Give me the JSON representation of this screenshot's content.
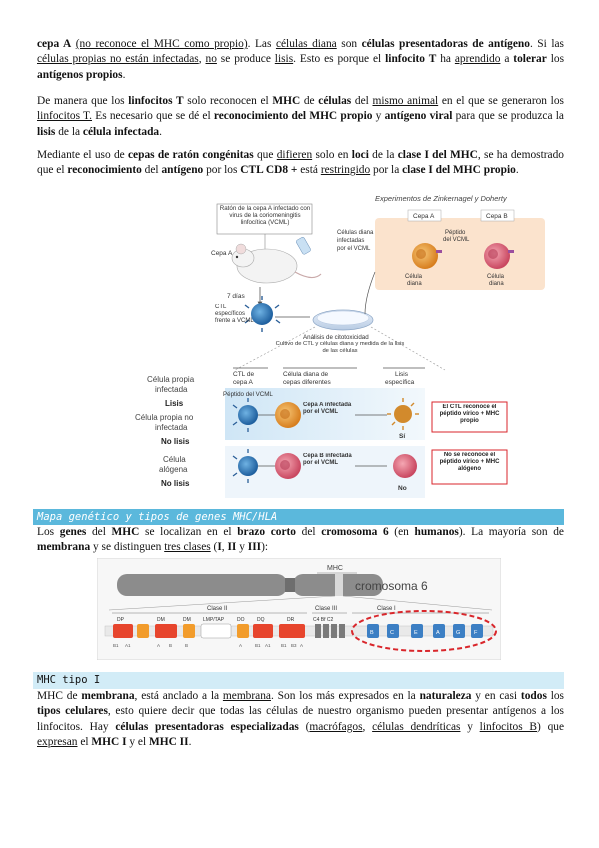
{
  "para1": {
    "t1": "cepa A",
    "t2": "(no reconoce el MHC como propio)",
    "t3": ". Las ",
    "t4": "células diana",
    "t5": " son ",
    "t6": "células presentadoras de antígeno",
    "t7": ". Si las ",
    "t8": "células propias no están infectadas",
    "t9": ", ",
    "t10": "no",
    "t11": " se produce ",
    "t12": "lisis",
    "t13": ". Esto es porque el ",
    "t14": "linfocito T",
    "t15": " ha ",
    "t16": "aprendido",
    "t17": " a ",
    "t18": "tolerar",
    "t19": " los ",
    "t20": "antígenos propios",
    "t21": "."
  },
  "para2": {
    "t1": "De manera que los ",
    "t2": "linfocitos T",
    "t3": " solo reconocen el ",
    "t4": "MHC",
    "t5": " de ",
    "t6": "células",
    "t7": " del ",
    "t8": "mismo animal",
    "t9": " en el que se generaron los ",
    "t10": "linfocitos T.",
    "t11": " Es necesario que se dé el ",
    "t12": "reconocimiento del MHC propio",
    "t13": " y ",
    "t14": "antígeno viral",
    "t15": " para que se produzca la ",
    "t16": "lisis",
    "t17": " de la ",
    "t18": "célula infectada",
    "t19": "."
  },
  "para3": {
    "t1": "Mediante el uso de ",
    "t2": "cepas de ratón congénitas",
    "t3": " que ",
    "t4": "difieren",
    "t5": " solo en ",
    "t6": "loci",
    "t7": " de la ",
    "t8": "clase I del MHC",
    "t9": ", se ha demostrado que el ",
    "t10": "reconocimiento",
    "t11": " del ",
    "t12": "antígeno",
    "t13": " por los ",
    "t14": "CTL CD8 +",
    "t15": " está ",
    "t16": "restringido",
    "t17": " por la ",
    "t18": "clase I del MHC propio",
    "t19": "."
  },
  "figure1": {
    "title": "Experimentos de Zinkernagel y Doherty",
    "mouse_box": "Ratón de la cepa A infectado con virus de la coriomeningitis linfocítica (VCML)",
    "cepa_a": "Cepa A",
    "seven_days": "7 días",
    "ctl": "CTL específicos frente a VCML",
    "target_cells": "Células diana infectadas por el VCML",
    "cepa_a_tab": "Cepa A",
    "cepa_b_tab": "Cepa B",
    "peptide_label": "Péptido del VCML",
    "diana_cell": "Célula diana",
    "analysis": "Análisis de citotoxicidad",
    "culture": "Cultivo de CTL y células diana y medida de la lisis de las células",
    "col1": "CTL de cepa A",
    "col2": "Célula diana de cepas diferentes",
    "col3": "Lisis específica",
    "peptide_row": "Péptido del VCML",
    "cell_a": "Cepa A infectada por el VCML",
    "cell_b": "Cepa B infectada por el VCML",
    "si": "Sí",
    "no": "No",
    "result_a": "El CTL reconoce el péptido vírico + MHC propio",
    "result_b": "No se reconoce el péptido vírico + MHC alógeno",
    "side1": "Célula propia infectada",
    "side1b": "Lisis",
    "side2": "Célula propia no infectada",
    "side2b": "No lisis",
    "side3": "Célula alógena",
    "side3b": "No lisis"
  },
  "heading1": "Mapa genético y tipos de genes MHC/HLA",
  "para4": {
    "t1": "Los ",
    "t2": "genes",
    "t3": " del ",
    "t4": "MHC",
    "t5": " se localizan en el ",
    "t6": "brazo corto",
    "t7": " del ",
    "t8": "cromosoma 6",
    "t9": " (en ",
    "t10": "humanos",
    "t11": "). La mayoría son de ",
    "t12": "membrana",
    "t13": " y se distinguen ",
    "t14": "tres clases",
    "t15": " (",
    "t16": "I",
    "t17": ", ",
    "t18": "II",
    "t19": " y ",
    "t20": "III",
    "t21": "):"
  },
  "figure2": {
    "mhc": "MHC",
    "chromosome": "cromosoma 6",
    "class2": "Clase II",
    "class3": "Clase III",
    "class1": "Clase I",
    "genes_left": [
      "DP",
      "DM",
      "DM",
      "LMP/TAP",
      "DO",
      "DQ",
      "DR"
    ],
    "genes_mid": "C4 Bf C2",
    "genes_right": [
      "B",
      "C",
      "E",
      "A",
      "G",
      "F"
    ],
    "subgenes": [
      "B1",
      "A1",
      "A",
      "B",
      "B",
      "A",
      "B1",
      "A1",
      "B1",
      "B3",
      "A"
    ]
  },
  "heading2": "MHC tipo I",
  "para5": {
    "t1": "MHC de ",
    "t2": "membrana",
    "t3": ", está anclado a la ",
    "t4": "membrana",
    "t5": ". Son los más expresados en la ",
    "t6": "naturaleza",
    "t7": " y en casi ",
    "t8": "todos",
    "t9": " los ",
    "t10": "tipos celulares",
    "t11": ", esto quiere decir que todas las células de nuestro organismo pueden presentar antígenos a los linfocitos. Hay ",
    "t12": "células presentadoras especializadas",
    "t13": " (",
    "t14": "macrófagos",
    "t15": ", ",
    "t16": "células dendríticas",
    "t17": " y ",
    "t18": "linfocitos B",
    "t19": ") que ",
    "t20": "expresan",
    "t21": " el ",
    "t22": "MHC I",
    "t23": " y el ",
    "t24": "MHC II",
    "t25": "."
  },
  "colors": {
    "heading_bg": "#5bb8dc",
    "heading2_bg": "#d2ecf7",
    "accent_red": "#d9262b",
    "cepa_a_orange": "#e79a3b",
    "cepa_b_pink": "#e06a80"
  }
}
